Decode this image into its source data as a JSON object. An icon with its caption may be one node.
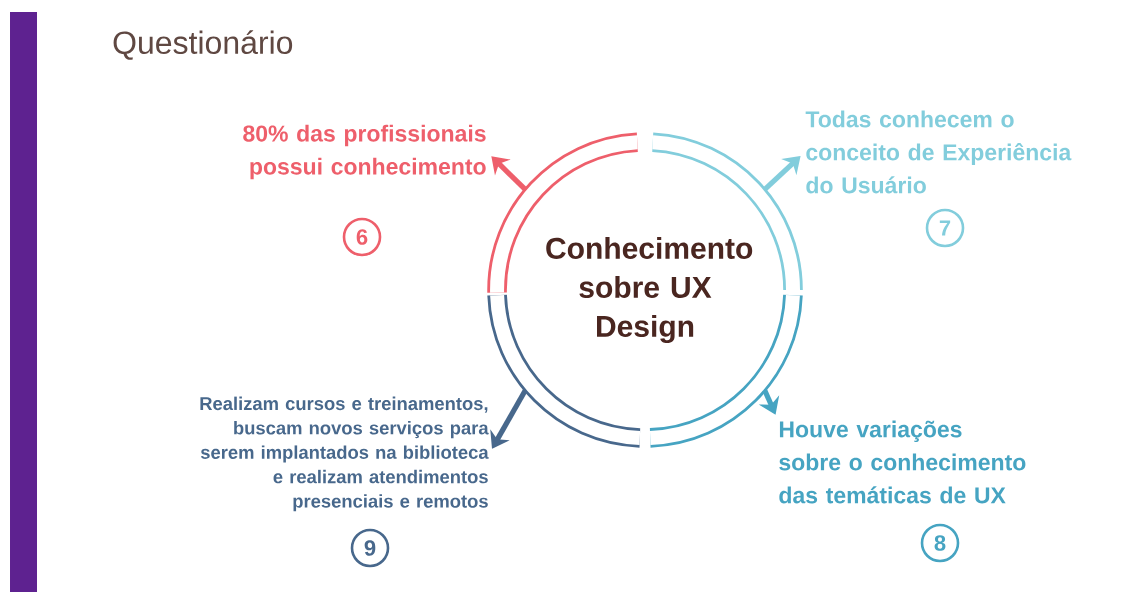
{
  "diagram": {
    "title": "Questionário",
    "nodes": [
      {
        "text": [
          "Conhecimento sobre UX Design"
        ]
      },
      {
        "text": [
          "80% das profissionais possui conhecimento"
        ],
        "beside": [
          "6"
        ]
      },
      {
        "text": [
          "Todas conhecem o conceito de Experiência do Usuário"
        ],
        "beside": [
          "7"
        ]
      },
      {
        "text": [
          "Houve variações sobre o conhecimento das temáticas de UX"
        ],
        "beside": [
          "8"
        ]
      },
      {
        "text": [
          "Realizam cursos e treinamentos, buscam novos serviços para serem implantados na biblioteca e realizam atendimentos presenciais e remotos"
        ],
        "beside": [
          "9"
        ]
      },
      {
        "text": [],
        "shape": "bar"
      }
    ],
    "edges": [
      {
        "from": 0,
        "to": 1,
        "arrow": "to",
        "color": "#ee5f6b"
      },
      {
        "from": 0,
        "to": 2,
        "arrow": "to",
        "color": "#82cddc"
      },
      {
        "from": 0,
        "to": 3,
        "arrow": "to",
        "color": "#46a4c2"
      },
      {
        "from": 0,
        "to": 4,
        "arrow": "to",
        "color": "#48688c"
      }
    ]
  }
}
